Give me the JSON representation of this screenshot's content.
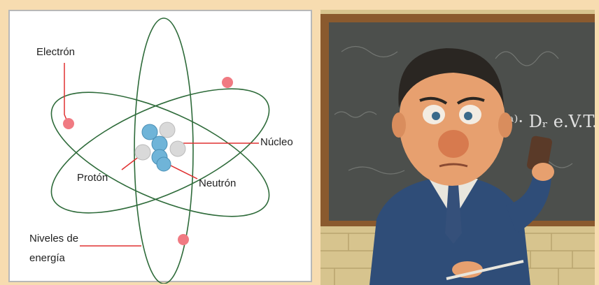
{
  "atom_diagram": {
    "labels": {
      "electron": "Electrón",
      "nucleus": "Núcleo",
      "proton": "Protón",
      "neutron": "Neutrón",
      "energy_levels": "Niveles de energía"
    },
    "colors": {
      "orbit": "#2e6b3a",
      "electron": "#f07a82",
      "proton": "#6fb4d8",
      "neutron": "#d9d9d9",
      "leader": "#e03030"
    }
  },
  "caricature": {
    "chalkboard_formula": "E_j^(a) · D_r, e.V.T.",
    "colors": {
      "chalkboard": "#4c4f4c",
      "frame": "#8a5a2e",
      "wall": "#d7c48e",
      "suit": "#2f4d78",
      "skin": "#e7a06f"
    }
  }
}
